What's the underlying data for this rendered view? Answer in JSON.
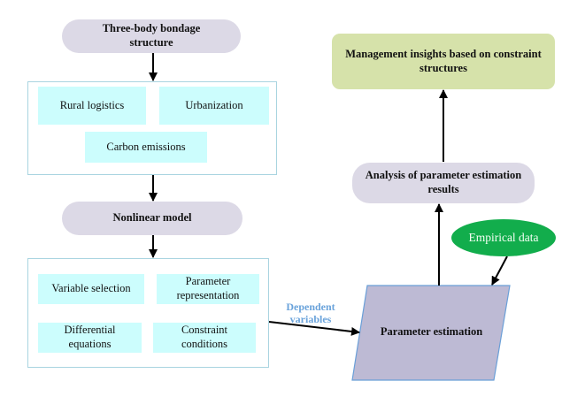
{
  "diagram": {
    "type": "flowchart",
    "nodes": {
      "three_body": "Three-body bondage structure",
      "group1": {
        "items": [
          "Rural logistics",
          "Urbanization",
          "Carbon emissions"
        ]
      },
      "nonlinear_model": "Nonlinear model",
      "group2": {
        "items": [
          "Variable selection",
          "Parameter representation",
          "Differential equations",
          "Constraint conditions"
        ]
      },
      "parameter_estimation": "Parameter estimation",
      "empirical_data": "Empirical data",
      "analysis": "Analysis of parameter estimation results",
      "management": "Management insights based on constraint structures"
    },
    "edge_labels": {
      "dependent_variables": "Dependent variables"
    },
    "edges": [
      {
        "from": "Three-body bondage structure",
        "to": "group1"
      },
      {
        "from": "group1",
        "to": "Nonlinear model"
      },
      {
        "from": "Nonlinear model",
        "to": "group2"
      },
      {
        "from": "group2",
        "to": "Parameter estimation",
        "label": "Dependent variables"
      },
      {
        "from": "Empirical data",
        "to": "Parameter estimation"
      },
      {
        "from": "Parameter estimation",
        "to": "Analysis of parameter estimation results"
      },
      {
        "from": "Analysis of parameter estimation results",
        "to": "Management insights based on constraint structures"
      }
    ],
    "colors": {
      "pill": "#dcd9e6",
      "cyan_box": "#ccfdfd",
      "group_border": "#a9d4e0",
      "green_box": "#d6e2aa",
      "oval": "#12ad4c",
      "parallelogram": "#bdbad4",
      "parallelogram_border": "#6a9fd8",
      "label_blue": "#6aa3db"
    }
  }
}
